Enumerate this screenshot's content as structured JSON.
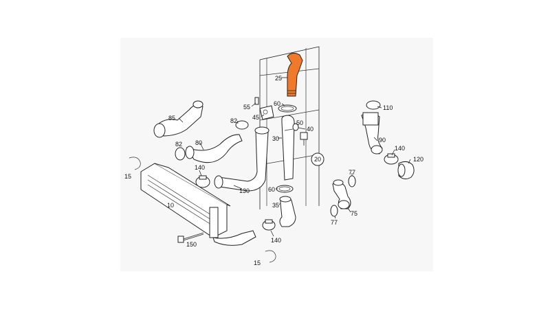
{
  "diagram": {
    "highlight_color": "#f07a2a",
    "labels": {
      "p25": "25",
      "p55": "55",
      "p60a": "60",
      "p45": "45",
      "p40": "40",
      "p50": "50",
      "p30": "30",
      "p20": "20",
      "p60b": "60",
      "p35": "35",
      "p85": "85",
      "p82a": "82",
      "p82b": "82",
      "p80": "80",
      "p140a": "140",
      "p130": "130",
      "p15a": "15",
      "p10": "10",
      "p150": "150",
      "p140b": "140",
      "p15b": "15",
      "p110": "110",
      "p90": "90",
      "p140c": "140",
      "p120": "120",
      "p77a": "77",
      "p77b": "77",
      "p75": "75"
    }
  }
}
